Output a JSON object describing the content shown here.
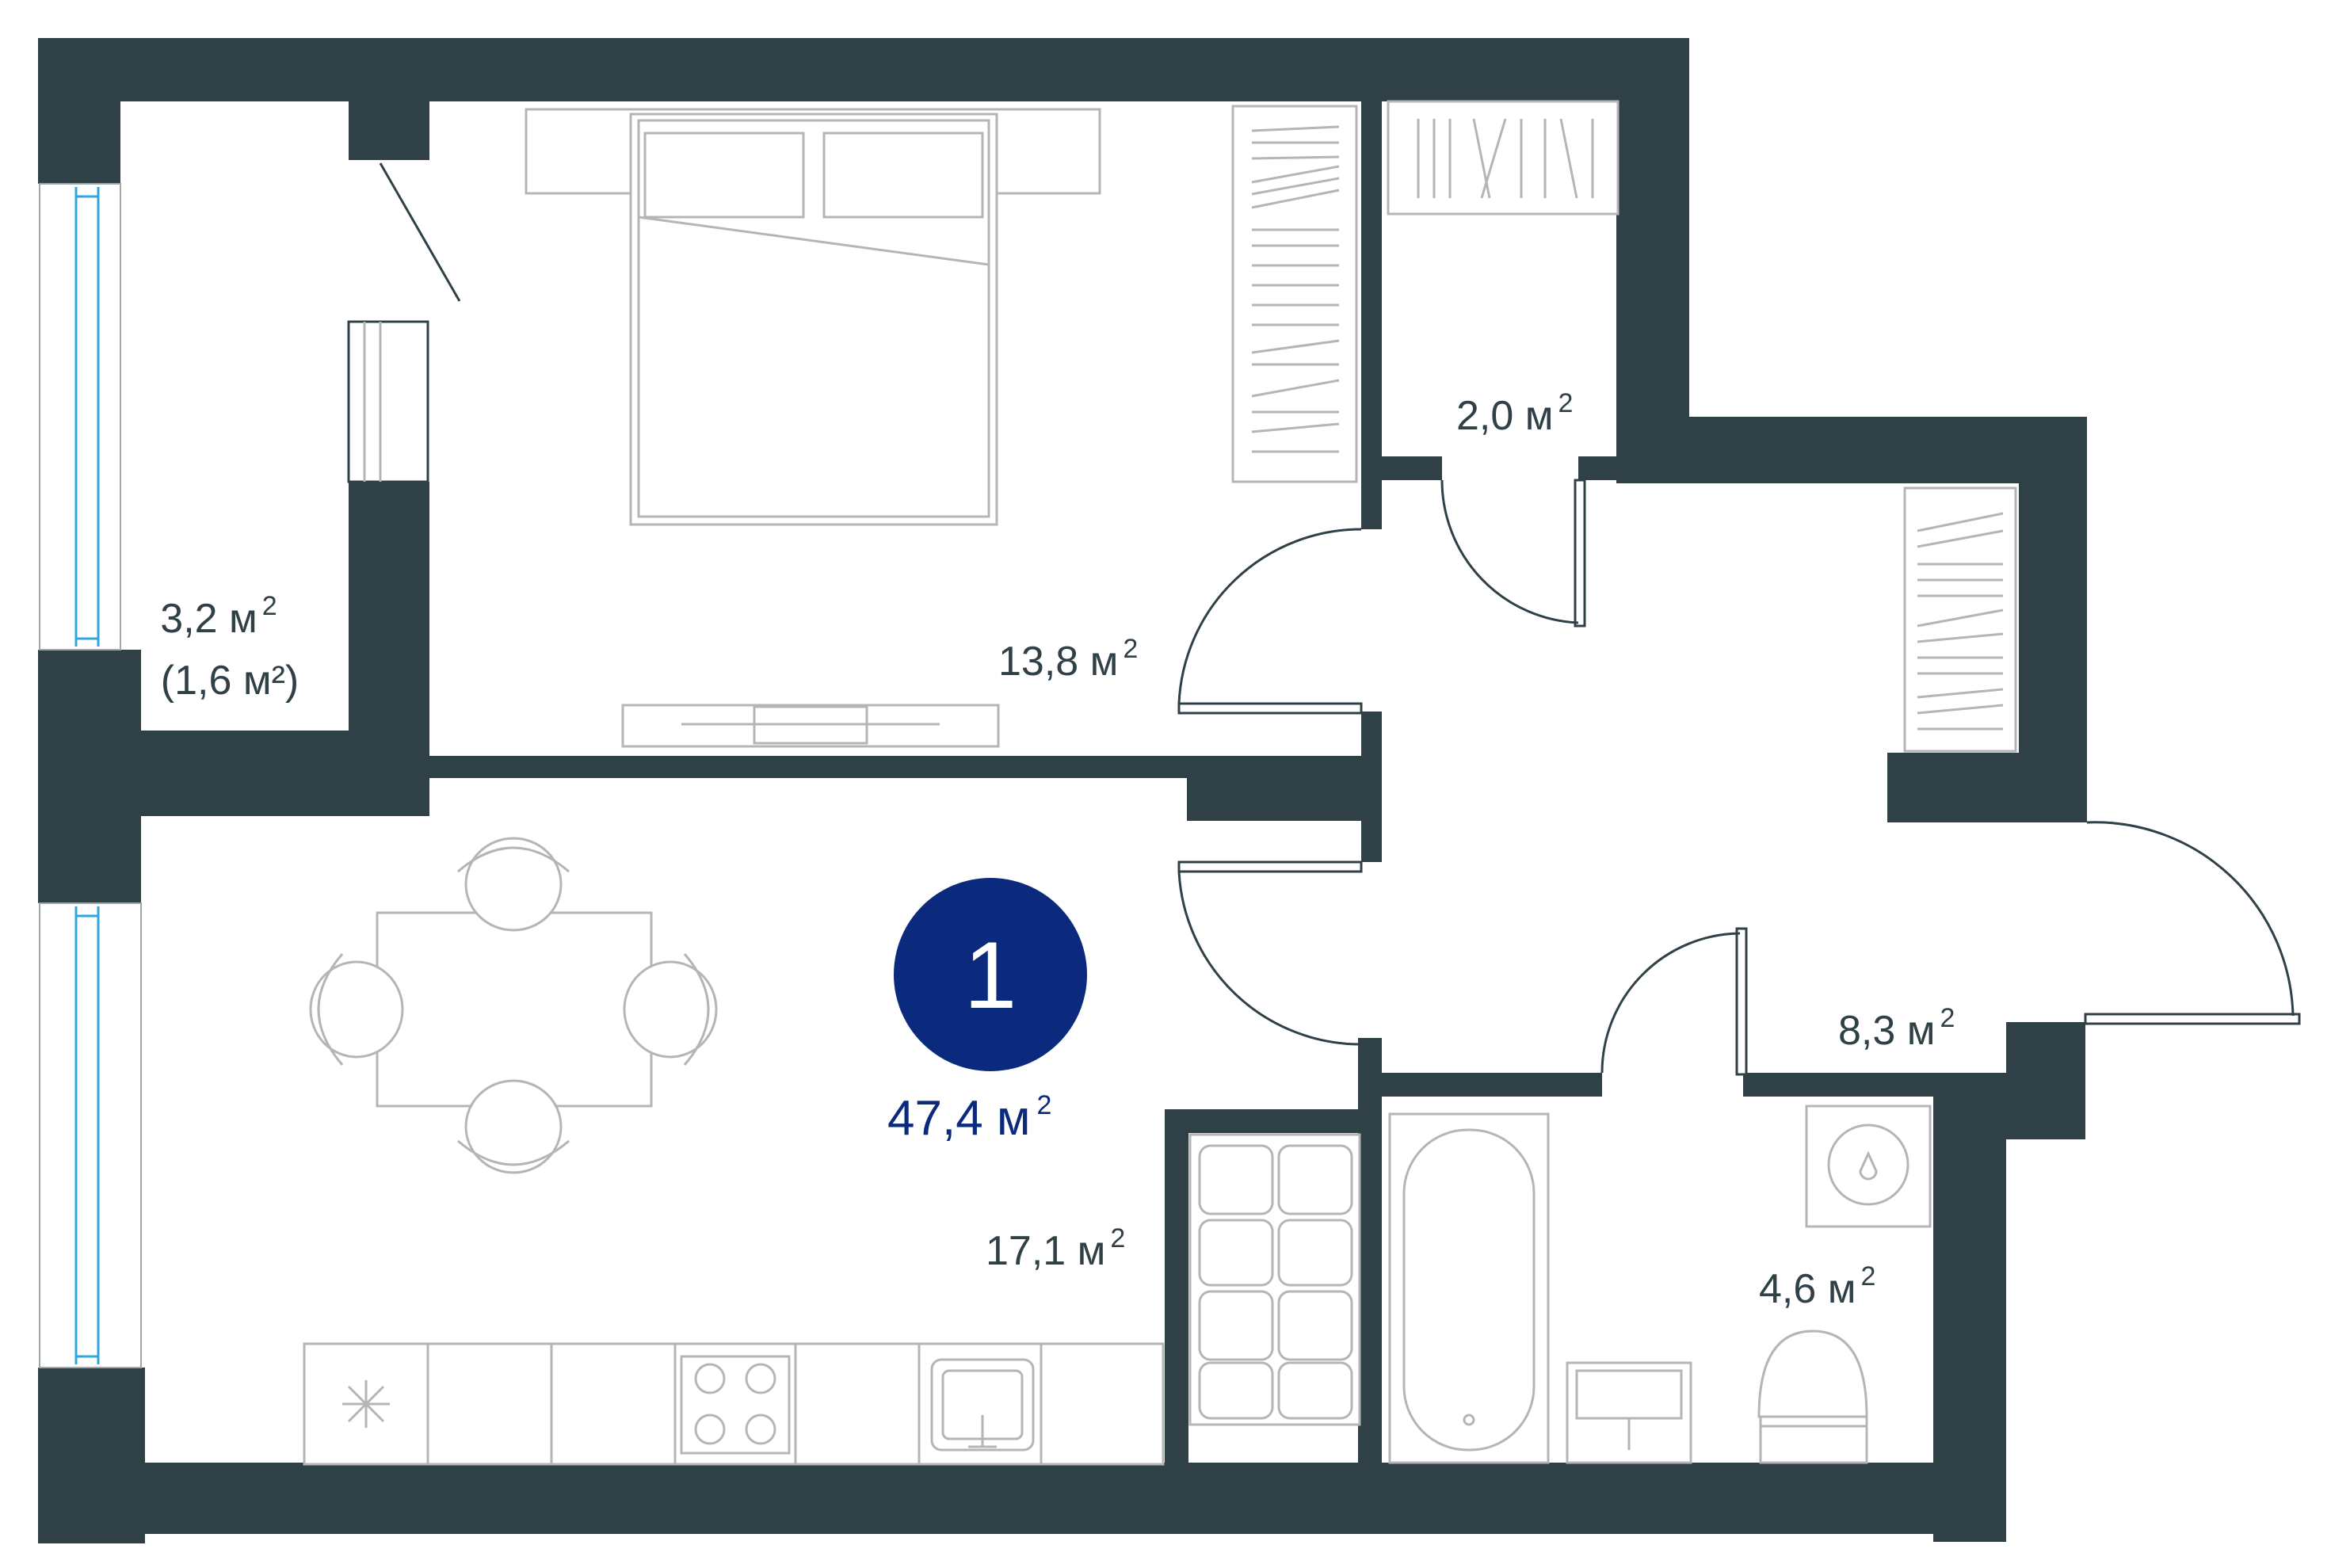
{
  "plan": {
    "colors": {
      "wall": "#2f4047",
      "accent": "#0b2a7e",
      "furniture": "#b5b5b5",
      "window_glass": "#2fa7dc"
    },
    "apartment": {
      "rooms_count": "1",
      "total_area": "47,4 м",
      "total_area_sup": "2"
    },
    "rooms": {
      "balcony": {
        "area": "3,2 м",
        "sup": "2",
        "reduced_area": "(1,6 м²)"
      },
      "bedroom": {
        "area": "13,8 м",
        "sup": "2"
      },
      "closet": {
        "area": "2,0 м",
        "sup": "2"
      },
      "hall": {
        "area": "8,3 м",
        "sup": "2"
      },
      "kitchen_living": {
        "area": "17,1 м",
        "sup": "2"
      },
      "bathroom": {
        "area": "4,6 м",
        "sup": "2"
      }
    }
  }
}
